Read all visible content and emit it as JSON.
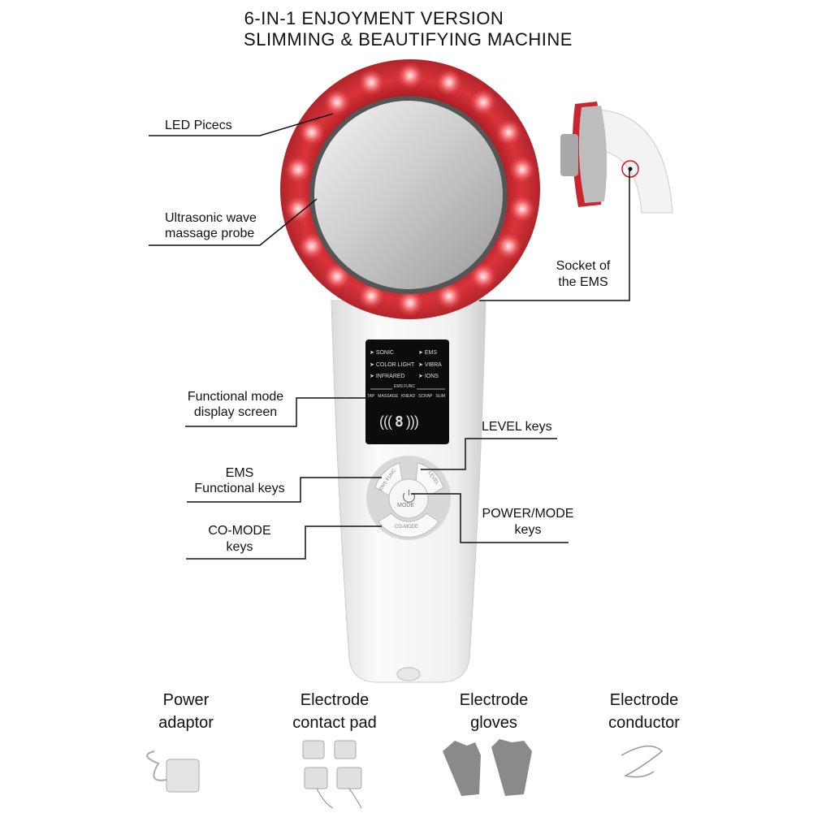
{
  "title": {
    "line1": "6-IN-1  ENJOYMENT VERSION",
    "line2": "SLIMMING & BEAUTIFYING MACHINE"
  },
  "callouts": {
    "led": "LED Picecs",
    "probe_1": "Ultrasonic wave",
    "probe_2": "massage probe",
    "socket_1": "Socket of",
    "socket_2": "the EMS",
    "display_1": "Functional mode",
    "display_2": "display screen",
    "level": "LEVEL keys",
    "ems_1": "EMS",
    "ems_2": "Functional keys",
    "power_1": "POWER/MODE",
    "power_2": "keys",
    "comode_1": "CO-MODE",
    "comode_2": "keys"
  },
  "screen": {
    "left": [
      "SONIC",
      "COLOR LIGHT",
      "INFRARED"
    ],
    "right": [
      "EMS",
      "VIBRA",
      "IONS"
    ],
    "ems_func": "EMS FUNC",
    "modes": [
      "TAP",
      "MASSAGE",
      "KNEAD",
      "SCRAP",
      "SLIM"
    ],
    "level_digit": "8"
  },
  "buttons": {
    "ems_func": "EMS FUNC",
    "level": "LEVEL",
    "mode": "MODE",
    "co_mode": "CO-MODE"
  },
  "accessories": [
    {
      "line1": "Power",
      "line2": "adaptor"
    },
    {
      "line1": "Electrode",
      "line2": "contact pad"
    },
    {
      "line1": "Electrode",
      "line2": "gloves"
    },
    {
      "line1": "Electrode",
      "line2": "conductor"
    }
  ],
  "colors": {
    "led_red": "#e8323a",
    "ring": "#c8262c",
    "body": "#f2f2f2",
    "screen": "#0c0c0c"
  }
}
